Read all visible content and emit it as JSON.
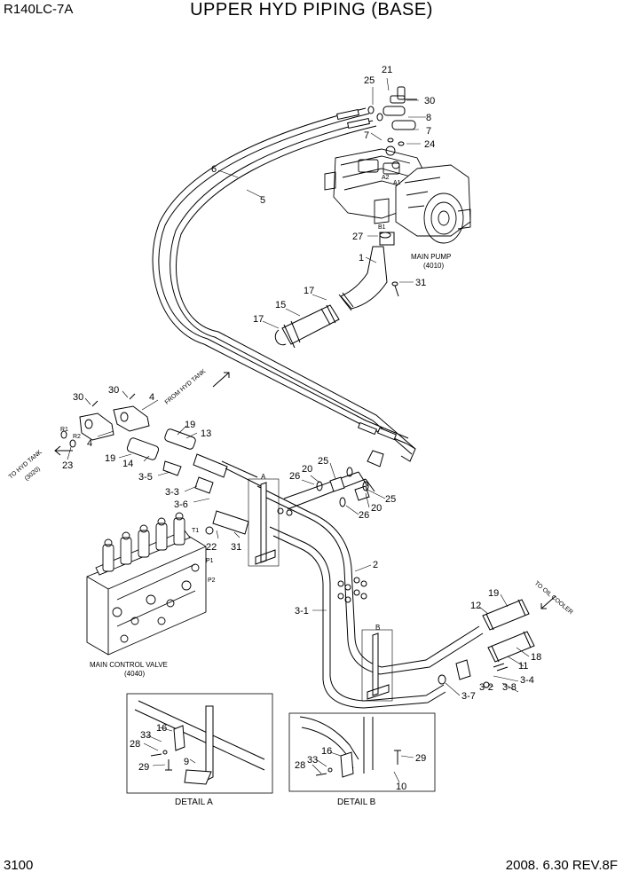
{
  "header": {
    "model": "R140LC-7A",
    "title": "UPPER HYD PIPING (BASE)"
  },
  "footer": {
    "page_number": "3100",
    "revision": "2008. 6.30  REV.8F"
  },
  "assemblies": {
    "main_pump": "MAIN PUMP",
    "main_pump_code": "(4010)",
    "main_control_valve": "MAIN CONTROL VALVE",
    "main_control_valve_code": "(4040)",
    "detail_a": "DETAIL A",
    "detail_b": "DETAIL B",
    "flow_from_hyd_tank": "FROM HYD TANK",
    "flow_to_hyd_tank": "TO HYD TANK",
    "flow_to_hyd_tank_code": "(3020)",
    "flow_to_oil_cooler": "TO OIL COOLER"
  },
  "ports": {
    "a1": "A1",
    "a2": "A2",
    "b1": "B1",
    "r1": "R1",
    "r2": "R2",
    "t1": "T1",
    "p1": "P1",
    "p2": "P2",
    "det_a": "A",
    "det_b": "B"
  },
  "callouts": {
    "c21": "21",
    "c25a": "25",
    "c30a": "30",
    "c8": "8",
    "c7a": "7",
    "c7b": "7",
    "c24": "24",
    "c6": "6",
    "c5": "5",
    "c27": "27",
    "c1": "1",
    "c31a": "31",
    "c17a": "17",
    "c17b": "17",
    "c15": "15",
    "c30b": "30",
    "c30c": "30",
    "c4a": "4",
    "c4b": "4",
    "c19a": "19",
    "c13": "13",
    "c19b": "19",
    "c14": "14",
    "c23": "23",
    "c3_5": "3-5",
    "c3_3": "3-3",
    "c3_6": "3-6",
    "c22": "22",
    "c31b": "31",
    "c25b": "25",
    "c26a": "26",
    "c20a": "20",
    "c25c": "25",
    "c20b": "20",
    "c26b": "26",
    "c2": "2",
    "c3_1": "3-1",
    "c19c": "19",
    "c12": "12",
    "c18": "18",
    "c11": "11",
    "c3_4": "3-4",
    "c3_2": "3-2",
    "c3_8": "3-8",
    "c3_7": "3-7",
    "c16a": "16",
    "c33a": "33",
    "c28a": "28",
    "c29a": "29",
    "c9": "9",
    "c16b": "16",
    "c33b": "33",
    "c28b": "28",
    "c29b": "29",
    "c10": "10"
  }
}
